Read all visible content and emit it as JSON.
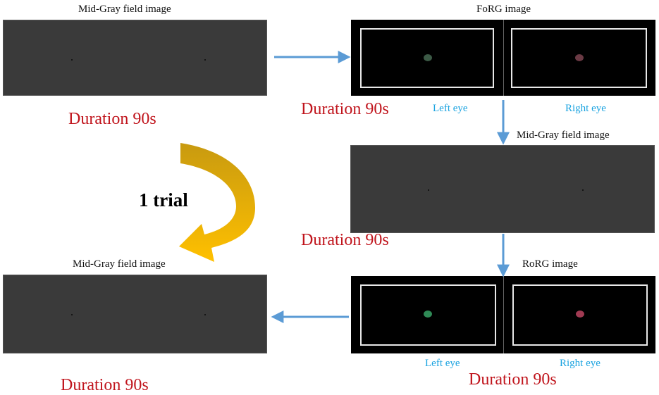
{
  "colors": {
    "duration_text": "#c0141c",
    "eye_label": "#1aa3e0",
    "arrow": "#5b9bd5",
    "field_gray": "#3a3a3a",
    "curved_arrow_top": "#c89a10",
    "curved_arrow_bottom": "#ffc000",
    "forg_left_dot": "#3c5a46",
    "forg_right_dot": "#6a3a44",
    "rorg_left_dot": "#2f8a56",
    "rorg_right_dot": "#a03a52"
  },
  "steps": {
    "step1": {
      "title": "Mid-Gray field image",
      "duration": "Duration 90s"
    },
    "step2": {
      "title": "FoRG image",
      "duration": "Duration 90s",
      "left_label": "Left eye",
      "right_label": "Right eye"
    },
    "step3": {
      "title": "Mid-Gray field image",
      "duration": "Duration 90s"
    },
    "step4": {
      "title": "RoRG image",
      "duration": "Duration 90s",
      "left_label": "Left eye",
      "right_label": "Right eye"
    },
    "step5": {
      "title": "Mid-Gray field image",
      "duration": "Duration 90s"
    }
  },
  "cycle_label": "1 trial"
}
